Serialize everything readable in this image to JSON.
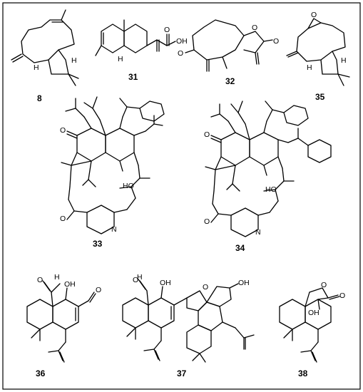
{
  "figure": {
    "compounds": [
      {
        "id": "8",
        "label": "8"
      },
      {
        "id": "31",
        "label": "31"
      },
      {
        "id": "32",
        "label": "32"
      },
      {
        "id": "35",
        "label": "35"
      },
      {
        "id": "33",
        "label": "33"
      },
      {
        "id": "34",
        "label": "34"
      },
      {
        "id": "36",
        "label": "36"
      },
      {
        "id": "37",
        "label": "37"
      },
      {
        "id": "38",
        "label": "38"
      }
    ],
    "atoms": {
      "H": "H",
      "O": "O",
      "OH": "OH",
      "HO": "HO",
      "N": "N"
    }
  }
}
